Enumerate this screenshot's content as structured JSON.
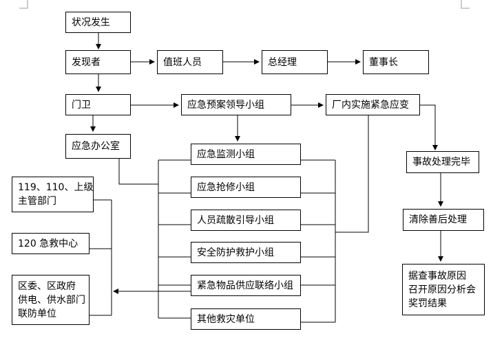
{
  "nodes": {
    "incident": "状况发生",
    "discoverer": "发现者",
    "duty_staff": "值班人员",
    "general_manager": "总经理",
    "chairman": "董事长",
    "gate_guard": "门卫",
    "emergency_leading_group": "应急预案领导小组",
    "plant_emergency_response": "厂内实施紧急应变",
    "emergency_office": "应急办公室",
    "monitoring_group": "应急监测小组",
    "repair_group": "应急抢修小组",
    "evacuation_group": "人员疏散引导小组",
    "safety_rescue_group": "安全防护救护小组",
    "supply_liaison_group": "紧急物品供应联络小组",
    "other_rescue": "其他救灾单位",
    "incident_done": "事故处理完毕",
    "aftermath": "清除善后处理",
    "investigation": [
      "据查事故原因",
      "召开原因分析会",
      "奖罚结果"
    ],
    "external_119": [
      "119、110、上级",
      "主管部门"
    ],
    "external_120": "120 急救中心",
    "external_district": [
      "区委、区政府",
      "供电、供水部门",
      "联防单位"
    ]
  }
}
